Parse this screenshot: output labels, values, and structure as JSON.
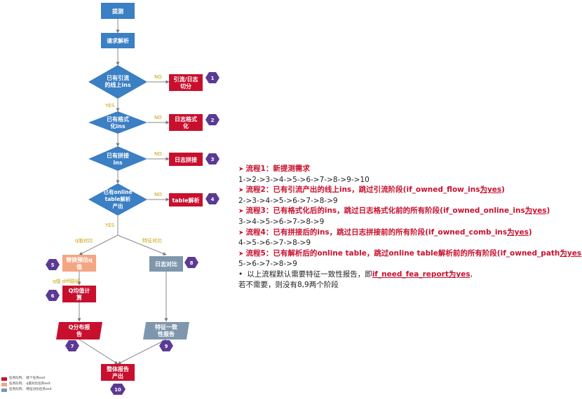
{
  "nodes": {
    "start": "提测",
    "parse": "请求解析",
    "d1": [
      "已有引流",
      "的线上ins"
    ],
    "d2": [
      "已有格式",
      "化ins"
    ],
    "d3": [
      "已有拼接",
      "ins"
    ],
    "d4": [
      "已有online",
      "table解析",
      "产出"
    ],
    "p1": [
      "引流/日志",
      "切分"
    ],
    "p2": [
      "日志格式",
      "化"
    ],
    "p3": "日志拼接",
    "p4": "table解析",
    "p5": [
      "替换预估q",
      "值"
    ],
    "p6": [
      "Q均值计",
      "算"
    ],
    "p7": [
      "Q分布报",
      "告"
    ],
    "p8": "日志对比",
    "p9": [
      "特征一致",
      "性报告"
    ],
    "p10": [
      "整体报告",
      "产出"
    ]
  },
  "edge_labels": {
    "no": "NO",
    "yes": "YES",
    "q_compare": "q值对比",
    "feature_compare": "特征对比",
    "q_diff": "q值 diff路径"
  },
  "badges": [
    "1",
    "2",
    "3",
    "4",
    "5",
    "6",
    "7",
    "8",
    "9",
    "10"
  ],
  "colors": {
    "blue": "#3b7fc4",
    "red": "#c8102e",
    "peach": "#f4a582",
    "gray_blue": "#7f97ad",
    "purple": "#5b3a93",
    "edge_label": "#c8a000"
  },
  "notes": [
    {
      "head": "流程1：新提测需求",
      "path": "1->2->3->4->5->6->7->8->9->10"
    },
    {
      "head": "流程2：已有引流产出的线上ins，跳过引流阶段(if_owned_flow_ins",
      "head_u": "为yes",
      "head_end": ")",
      "path": "2->3->4->5->6->7->8->9"
    },
    {
      "head": "流程3：已有格式化后的ins，跳过日志格式化前的所有阶段(if_owned_online_ins",
      "head_u": "为yes",
      "head_end": ")",
      "path": "3->4->5->6->7->8->9"
    },
    {
      "head": "流程4：已有拼接后的ins，跳过日志拼接前的所有阶段(if_owned_comb_ins",
      "head_u": "为yes",
      "head_end": ")",
      "path": "4->5->6->7->8->9"
    },
    {
      "head": "流程5：已有解析后的online table，跳过online table解析前的所有阶段(if_owned_path",
      "head_u": "为yes",
      "head_end": ")",
      "path": "5->6->7->8->9"
    }
  ],
  "bullet": {
    "line1_prefix": "以上流程默认需要特征一致性报告，即",
    "line1_flag": "if_need_fea_report为yes",
    "line1_suffix": ",",
    "line2": "若不需要，则没有8,9两个阶段"
  },
  "legend": [
    {
      "color": "#c8102e",
      "label": "任务队列、 耗个任务exit"
    },
    {
      "color": "#f4a582",
      "label": "任务队列、 q值对比任务exit"
    },
    {
      "color": "#7f97ad",
      "label": "任务队列、 特征对比任务exit"
    }
  ]
}
